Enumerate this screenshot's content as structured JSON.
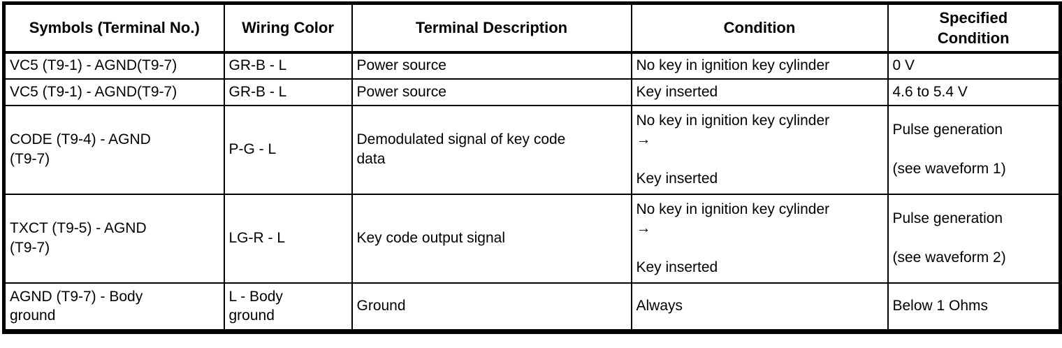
{
  "page": {
    "background": "#ffffff",
    "border_color": "#000000",
    "text_color": "#000000"
  },
  "table": {
    "columns": [
      {
        "key": "symbols",
        "label": "Symbols (Terminal No.)"
      },
      {
        "key": "wiring_color",
        "label": "Wiring Color"
      },
      {
        "key": "terminal_description",
        "label": "Terminal Description"
      },
      {
        "key": "condition",
        "label": "Condition"
      },
      {
        "key": "specified_condition",
        "label": "Specified\nCondition"
      }
    ],
    "rows": [
      {
        "symbols": "VC5 (T9-1) - AGND(T9-7)",
        "wiring_color": "GR-B - L",
        "terminal_description": "Power source",
        "condition": "No key in ignition key cylinder",
        "specified_condition": "0 V"
      },
      {
        "symbols": "VC5 (T9-1) - AGND(T9-7)",
        "wiring_color": "GR-B - L",
        "terminal_description": "Power source",
        "condition": "Key inserted",
        "specified_condition": "4.6 to 5.4 V"
      },
      {
        "symbols": "CODE (T9-4) - AGND\n(T9-7)",
        "wiring_color": "P-G - L",
        "terminal_description": "Demodulated signal of key code\ndata",
        "condition": "No key in ignition key cylinder\n→\n\nKey inserted",
        "specified_condition": "Pulse generation\n\n(see waveform 1)"
      },
      {
        "symbols": "TXCT (T9-5) - AGND\n(T9-7)",
        "wiring_color": "LG-R - L",
        "terminal_description": "Key code output signal",
        "condition": "No key in ignition key cylinder\n→\n\nKey inserted",
        "specified_condition": "Pulse generation\n\n(see waveform 2)"
      },
      {
        "symbols": "AGND (T9-7) - Body\nground",
        "wiring_color": "L - Body\nground",
        "terminal_description": "Ground",
        "condition": "Always",
        "specified_condition": "Below 1 Ohms"
      }
    ]
  }
}
